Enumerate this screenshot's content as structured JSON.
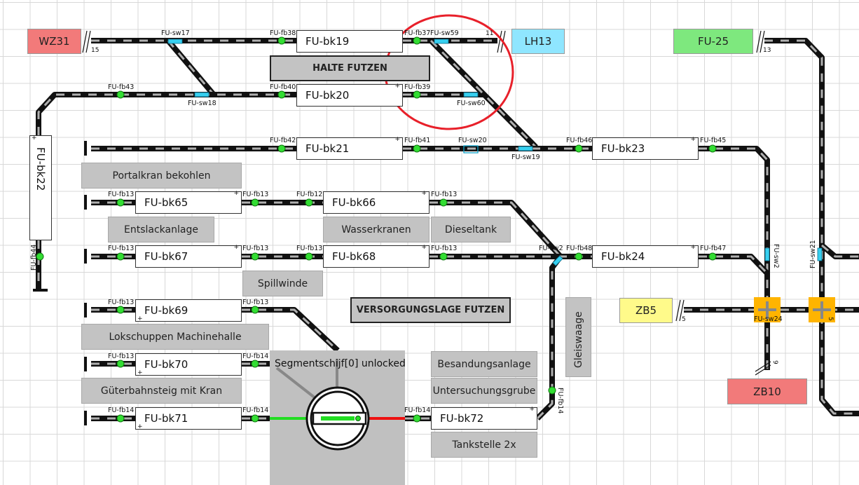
{
  "connectors": {
    "wz31": {
      "label": "WZ31",
      "color": "#f27a7a",
      "count": "15"
    },
    "lh13": {
      "label": "LH13",
      "color": "#8fe6ff",
      "count": "11"
    },
    "fu25": {
      "label": "FU-25",
      "color": "#7ee87e",
      "count": "13"
    },
    "zb5": {
      "label": "ZB5",
      "color": "#fffa8a",
      "count": "5"
    },
    "zb10": {
      "label": "ZB10",
      "color": "#f27a7a",
      "count": "9"
    }
  },
  "blocks": {
    "bk19": "FU-bk19",
    "bk20": "FU-bk20",
    "bk21": "FU-bk21",
    "bk22": "FU-bk22",
    "bk23": "FU-bk23",
    "bk24": "FU-bk24",
    "bk65": "FU-bk65",
    "bk66": "FU-bk66",
    "bk67": "FU-bk67",
    "bk68": "FU-bk68",
    "bk69": "FU-bk69",
    "bk70": "FU-bk70",
    "bk71": "FU-bk71",
    "bk72": "FU-bk72"
  },
  "labels": {
    "halte": "HALTE FUTZEN",
    "versorgung": "VERSORGUNGSLAGE FUTZEN",
    "portalkran": "Portalkran bekohlen",
    "entslack": "Entslackanlage",
    "wasser": "Wasserkranen",
    "diesel": "Dieseltank",
    "spill": "Spillwinde",
    "lokschuppen": "Lokschuppen Machinehalle",
    "gueter": "Güterbahnsteig mit Kran",
    "besandung": "Besandungsanlage",
    "untersuchung": "Untersuchungsgrube",
    "tankstelle": "Tankstelle 2x",
    "gleiswaage": "Gleiswaage",
    "turntable": "Segmentschijf[0] unlocked"
  },
  "feedback": {
    "fb38": "FU-fb38",
    "fb37": "FU-fb37",
    "fb43": "FU-fb43",
    "fb40": "FU-fb40",
    "fb39": "FU-fb39",
    "fb42": "FU-fb42",
    "fb41": "FU-fb41",
    "fb46": "FU-fb46",
    "fb45": "FU-fb45",
    "fb44": "FU-fb44",
    "fb13": "FU-fb13",
    "fb12": "FU-fb12",
    "fb48": "FU-fb48",
    "fb47": "FU-fb47",
    "fb14": "FU-fb14"
  },
  "switches": {
    "sw17": "FU-sw17",
    "sw59": "FU-sw59",
    "sw18": "FU-sw18",
    "sw60": "FU-sw60",
    "sw20": "FU-sw20",
    "sw19": "FU-sw19",
    "sw2a": "FU-sw2",
    "sw2b": "FU-sw2",
    "sw21": "FU-sw21",
    "sw24": "FU-sw24"
  },
  "colors": {
    "track": "#111111",
    "dash": "#b0b0b0",
    "switch": "#37d0f0",
    "sensor": "#33dd33",
    "annotation": "#e8202a",
    "crossing": "#ffb400"
  }
}
